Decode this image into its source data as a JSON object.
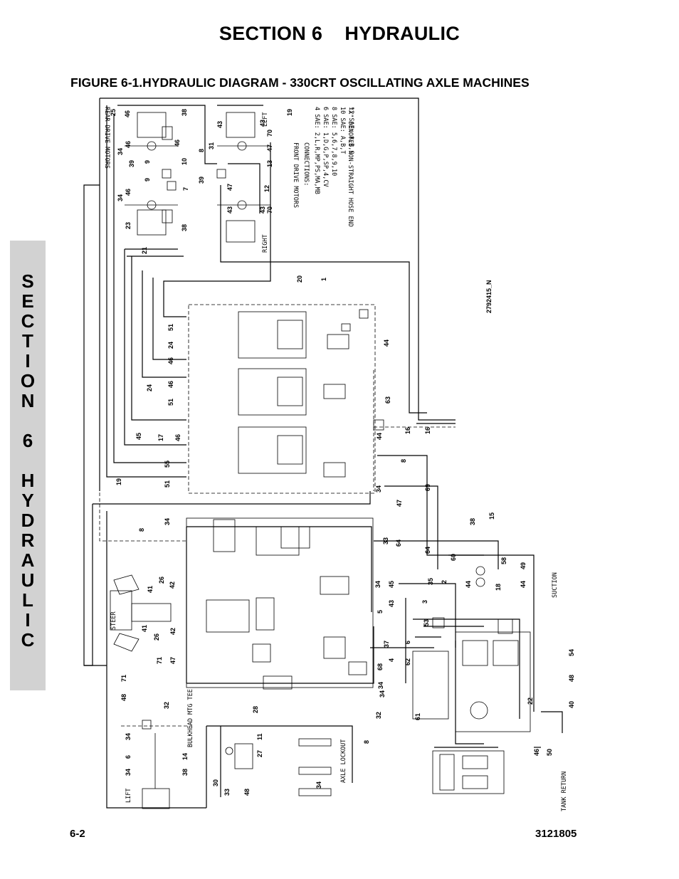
{
  "header": {
    "section_title": "SECTION 6    HYDRAULIC"
  },
  "figure": {
    "title": "FIGURE 6-1.HYDRAULIC DIAGRAM - 330CRT OSCILLATING AXLE MACHINES"
  },
  "side_tab": {
    "letters": [
      "S",
      "E",
      "C",
      "T",
      "I",
      "O",
      "N",
      "",
      "6",
      "",
      "H",
      "Y",
      "D",
      "R",
      "A",
      "U",
      "L",
      "I",
      "C"
    ]
  },
  "diagram": {
    "drawing_number": "2792415_N",
    "notes": {
      "front_drive_motors": "FRONT DRIVE MOTORS",
      "rear_drive_motors": "REAR DRIVE MOTORS",
      "connections_title": "CONNECTIONS:",
      "connections": [
        "4 SAE: 2,L,R,MP,PS,MA,MB",
        "6 SAE: 1,D,G,P,SP,4,CV",
        "8 SAE: 5,6,7,8,9,10",
        "10 SAE: A,B,T",
        "12 SAE: A,B,S"
      ],
      "non_straight": "\"X\" DENOTES NON-STRAIGHT HOSE END"
    },
    "labels": {
      "left": "LEFT",
      "right": "RIGHT",
      "steer": "STEER",
      "lift": "LIFT",
      "axle_lockout": "AXLE LOCKOUT",
      "suction": "SUCTION",
      "tank_return": "TANK RETURN",
      "bulkhead": "BULKHEAD MTG TEE"
    },
    "callouts": [
      {
        "n": "25"
      },
      {
        "n": "46"
      },
      {
        "n": "38"
      },
      {
        "n": "43"
      },
      {
        "n": "43"
      },
      {
        "n": "70"
      },
      {
        "n": "19"
      },
      {
        "n": "34"
      },
      {
        "n": "46"
      },
      {
        "n": "10"
      },
      {
        "n": "8"
      },
      {
        "n": "31"
      },
      {
        "n": "47"
      },
      {
        "n": "13"
      },
      {
        "n": "39"
      },
      {
        "n": "9"
      },
      {
        "n": "9"
      },
      {
        "n": "7"
      },
      {
        "n": "39"
      },
      {
        "n": "12"
      },
      {
        "n": "46"
      },
      {
        "n": "34"
      },
      {
        "n": "46"
      },
      {
        "n": "47"
      },
      {
        "n": "43"
      },
      {
        "n": "43"
      },
      {
        "n": "70"
      },
      {
        "n": "23"
      },
      {
        "n": "38"
      },
      {
        "n": "21"
      },
      {
        "n": "20"
      },
      {
        "n": "1"
      },
      {
        "n": "51"
      },
      {
        "n": "24"
      },
      {
        "n": "46"
      },
      {
        "n": "44"
      },
      {
        "n": "24"
      },
      {
        "n": "46"
      },
      {
        "n": "51"
      },
      {
        "n": "63"
      },
      {
        "n": "45"
      },
      {
        "n": "17"
      },
      {
        "n": "46"
      },
      {
        "n": "16"
      },
      {
        "n": "16"
      },
      {
        "n": "44"
      },
      {
        "n": "55"
      },
      {
        "n": "8"
      },
      {
        "n": "51"
      },
      {
        "n": "19"
      },
      {
        "n": "69"
      },
      {
        "n": "34"
      },
      {
        "n": "47"
      },
      {
        "n": "8"
      },
      {
        "n": "34"
      },
      {
        "n": "38"
      },
      {
        "n": "15"
      },
      {
        "n": "33"
      },
      {
        "n": "64"
      },
      {
        "n": "64"
      },
      {
        "n": "2"
      },
      {
        "n": "60"
      },
      {
        "n": "58"
      },
      {
        "n": "26"
      },
      {
        "n": "41"
      },
      {
        "n": "42"
      },
      {
        "n": "34"
      },
      {
        "n": "44"
      },
      {
        "n": "18"
      },
      {
        "n": "44"
      },
      {
        "n": "49"
      },
      {
        "n": "35"
      },
      {
        "n": "45"
      },
      {
        "n": "3"
      },
      {
        "n": "43"
      },
      {
        "n": "41"
      },
      {
        "n": "26"
      },
      {
        "n": "42"
      },
      {
        "n": "5"
      },
      {
        "n": "53"
      },
      {
        "n": "37"
      },
      {
        "n": "4"
      },
      {
        "n": "68"
      },
      {
        "n": "34"
      },
      {
        "n": "62"
      },
      {
        "n": "6"
      },
      {
        "n": "71"
      },
      {
        "n": "47"
      },
      {
        "n": "34"
      },
      {
        "n": "71"
      },
      {
        "n": "48"
      },
      {
        "n": "32"
      },
      {
        "n": "28"
      },
      {
        "n": "61"
      },
      {
        "n": "22"
      },
      {
        "n": "54"
      },
      {
        "n": "48"
      },
      {
        "n": "40"
      },
      {
        "n": "34"
      },
      {
        "n": "32"
      },
      {
        "n": "8"
      },
      {
        "n": "11"
      },
      {
        "n": "27"
      },
      {
        "n": "6"
      },
      {
        "n": "14"
      },
      {
        "n": "34"
      },
      {
        "n": "38"
      },
      {
        "n": "30"
      },
      {
        "n": "33"
      },
      {
        "n": "48"
      },
      {
        "n": "34"
      },
      {
        "n": "46"
      },
      {
        "n": "50"
      }
    ]
  },
  "footer": {
    "page_number": "6-2",
    "doc_number": "3121805"
  }
}
